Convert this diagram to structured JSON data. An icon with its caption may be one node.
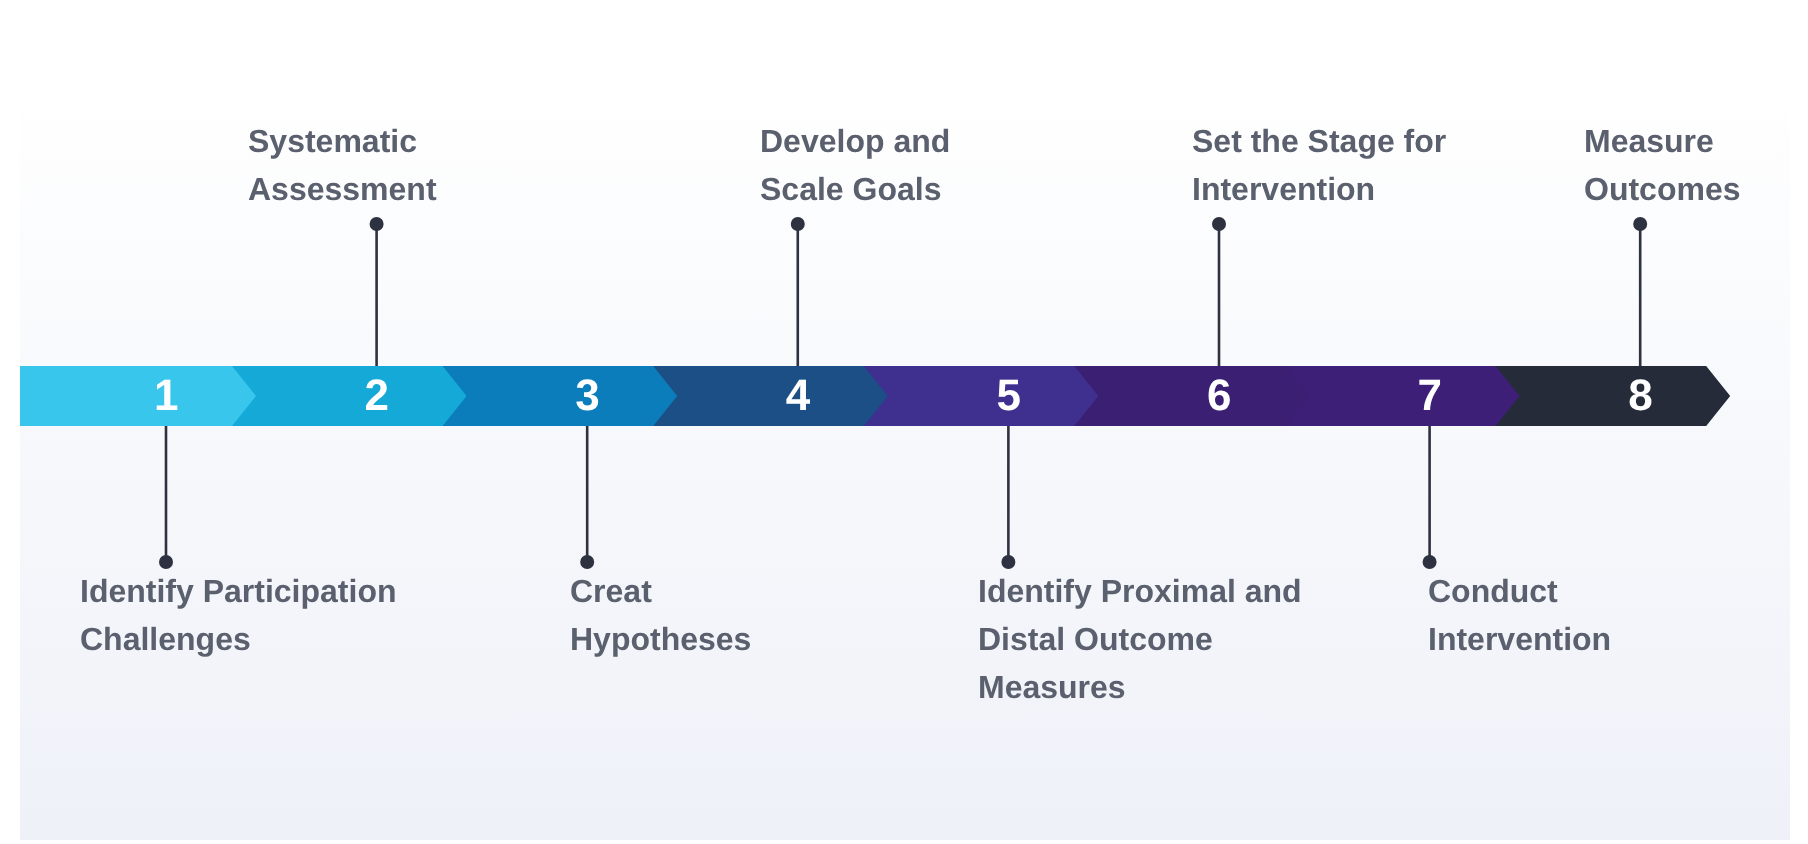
{
  "diagram": {
    "nodes": [
      {
        "text": [
          "1"
        ]
      },
      {
        "text": [
          "2"
        ]
      },
      {
        "text": [
          "3"
        ]
      },
      {
        "text": [
          "4"
        ]
      },
      {
        "text": [
          "5"
        ]
      },
      {
        "text": [
          "6"
        ]
      },
      {
        "text": [
          "7"
        ]
      },
      {
        "text": [
          "8"
        ]
      },
      {
        "text": [
          "Identify Participation Challenges"
        ]
      },
      {
        "text": [
          "Systematic Assessment"
        ]
      },
      {
        "text": [
          "Creat Hypotheses"
        ]
      },
      {
        "text": [
          "Develop and Scale Goals"
        ]
      },
      {
        "text": [
          "Identify Proximal and Distal Outcome Measures"
        ]
      },
      {
        "text": [
          "Set the Stage for Intervention"
        ]
      },
      {
        "text": [
          "Conduct Intervention"
        ]
      },
      {
        "text": [
          "Measure Outcomes"
        ]
      }
    ],
    "edges": [
      {
        "from": 8,
        "to": 0,
        "arrow": "other"
      },
      {
        "from": 9,
        "to": 1,
        "arrow": "other"
      },
      {
        "from": 10,
        "to": 2,
        "arrow": "other"
      },
      {
        "from": 11,
        "to": 3,
        "arrow": "other"
      },
      {
        "from": 12,
        "to": 4,
        "arrow": "other"
      },
      {
        "from": 13,
        "to": 5,
        "arrow": "other"
      },
      {
        "from": 14,
        "to": 6,
        "arrow": "other"
      },
      {
        "from": 15,
        "to": 7,
        "arrow": "other"
      }
    ]
  }
}
